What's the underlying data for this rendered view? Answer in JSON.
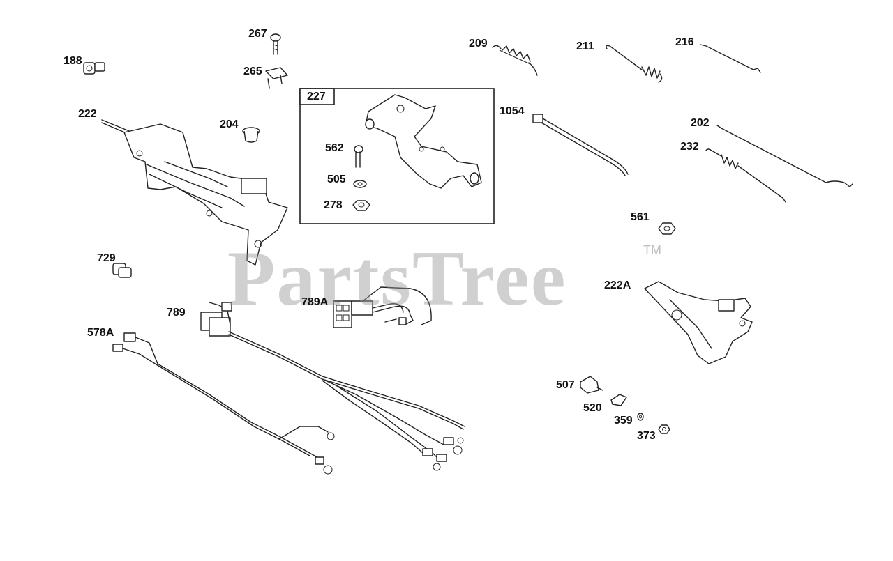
{
  "watermark": {
    "text": "PartsTree",
    "trademark": "TM"
  },
  "kit_box": {
    "label": "227"
  },
  "callouts": [
    {
      "id": "188"
    },
    {
      "id": "267"
    },
    {
      "id": "265"
    },
    {
      "id": "222"
    },
    {
      "id": "204"
    },
    {
      "id": "209"
    },
    {
      "id": "211"
    },
    {
      "id": "216"
    },
    {
      "id": "1054"
    },
    {
      "id": "202"
    },
    {
      "id": "232"
    },
    {
      "id": "562"
    },
    {
      "id": "505"
    },
    {
      "id": "278"
    },
    {
      "id": "561"
    },
    {
      "id": "729"
    },
    {
      "id": "789A"
    },
    {
      "id": "789"
    },
    {
      "id": "578A"
    },
    {
      "id": "222A"
    },
    {
      "id": "507"
    },
    {
      "id": "520"
    },
    {
      "id": "359"
    },
    {
      "id": "373"
    }
  ]
}
